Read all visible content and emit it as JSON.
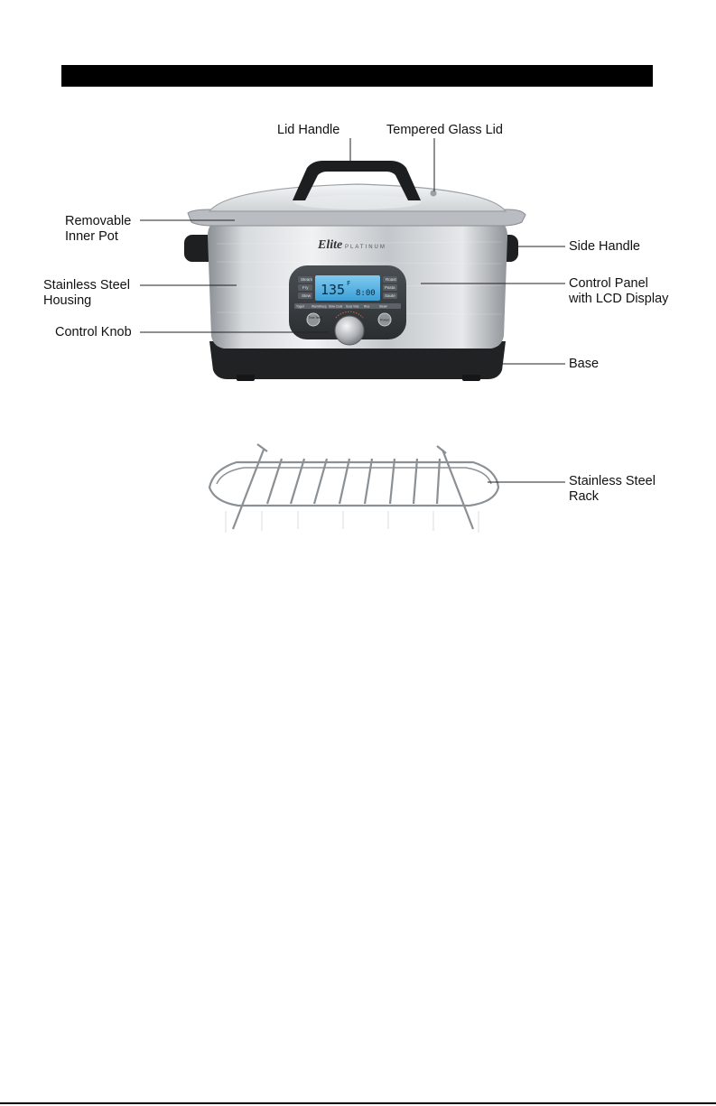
{
  "header_bar": {
    "text": ""
  },
  "callouts": {
    "lid_handle": "Lid Handle",
    "tempered_glass_lid": "Tempered Glass Lid",
    "removable_inner_pot": [
      "Removable",
      "Inner Pot"
    ],
    "side_handle": "Side Handle",
    "stainless_steel_housing": [
      "Stainless Steel",
      "Housing"
    ],
    "control_panel": [
      "Control Panel",
      "with LCD Display"
    ],
    "control_knob": "Control Knob",
    "base": "Base",
    "stainless_steel_rack": [
      "Stainless Steel",
      "Rack"
    ]
  },
  "product": {
    "brand": "Elite",
    "sub_brand": "PLATINUM",
    "lcd_temp": "135",
    "lcd_temp_unit": "F",
    "lcd_time": "8:00",
    "left_buttons": [
      "Steam",
      "Fry",
      "Stew"
    ],
    "right_buttons": [
      "Roast",
      "Pasta",
      "Saute"
    ],
    "mode_strip": [
      "Yogurt",
      "Warm/Keep",
      "Slow Cook",
      "Sous Vide",
      "Rice",
      "Steam"
    ],
    "knob_left_button": "Time Temp",
    "knob_right_button": "Power"
  },
  "colors": {
    "steel_light": "#e4e6e8",
    "steel_mid": "#b4b8bc",
    "steel_dark": "#7f8489",
    "base_black": "#1f2122",
    "lcd_blue": "#5fb8e8"
  }
}
